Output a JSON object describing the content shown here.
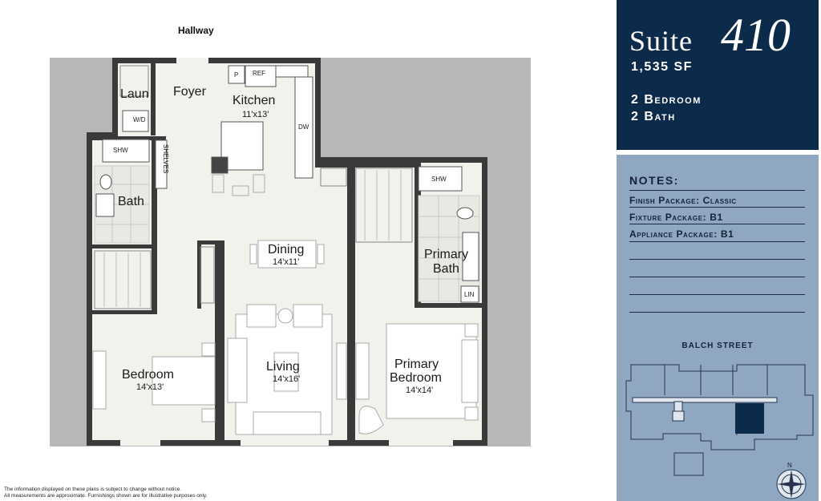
{
  "hallway_label": "Hallway",
  "disclaimer": {
    "line1": "The information displayed on these plans is subject to change without notice.",
    "line2": "All measurements are approximate. Furnishings shown are for illustrative purposes only."
  },
  "rooms": {
    "laundry": {
      "name": "Laun"
    },
    "wd": "W/D",
    "foyer": {
      "name": "Foyer"
    },
    "kitchen": {
      "name": "Kitchen",
      "dim": "11'x13'"
    },
    "pantry": "P",
    "ref": "REF",
    "dw": "DW",
    "shw": "SHW",
    "shelves": "SHELVES",
    "bath": {
      "name": "Bath"
    },
    "dining": {
      "name": "Dining",
      "dim": "14'x11'"
    },
    "bedroom": {
      "name": "Bedroom",
      "dim": "14'x13'"
    },
    "living": {
      "name": "Living",
      "dim": "14'x16'"
    },
    "primary_bedroom": {
      "name1": "Primary",
      "name2": "Bedroom",
      "dim": "14'x14'"
    },
    "primary_bath": {
      "name1": "Primary",
      "name2": "Bath"
    },
    "primary_shw": "SHW",
    "lin": "LIN"
  },
  "suite": {
    "word": "Suite",
    "number": "410",
    "area": "1,535 SF",
    "bedrooms": "2 Bedroom",
    "baths": "2 Bath"
  },
  "notes": {
    "heading": "NOTES:",
    "items": [
      "Finish Package: Classic",
      "Fixture Package: B1",
      "Appliance Package: B1"
    ]
  },
  "key_plan": {
    "street": "BALCH STREET",
    "north": "N"
  },
  "colors": {
    "navy": "#0c2a4a",
    "panel_blue": "#8fa7c0",
    "floor": "#f2f1eb",
    "wall": "#3a3a3a",
    "surround": "#b7b7b7"
  }
}
